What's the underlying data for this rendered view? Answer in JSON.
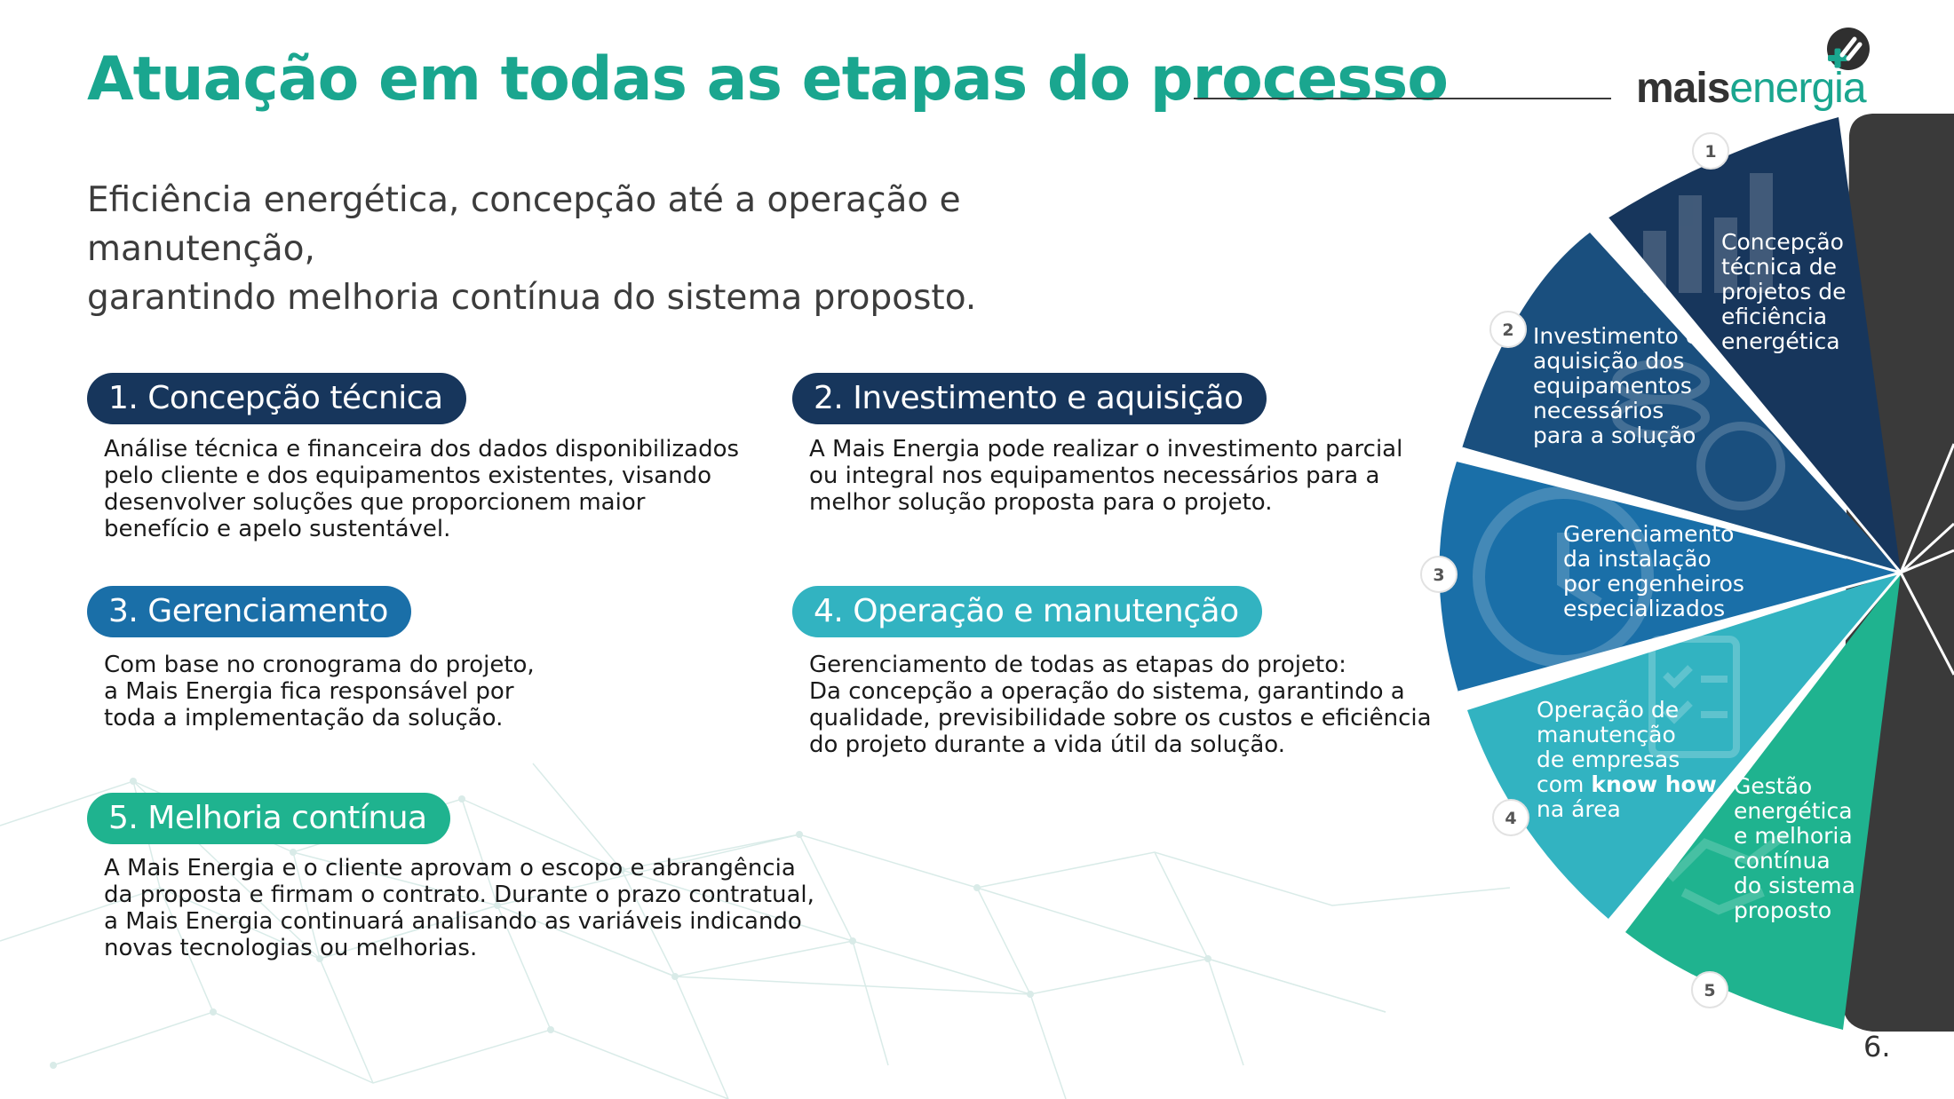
{
  "header": {
    "title": "Atuação em todas as etapas do processo",
    "logo_mais": "mais",
    "logo_energia": "energia"
  },
  "subtitle": [
    "Eficiência energética, concepção até a operação e manutenção,",
    "garantindo melhoria contínua do sistema proposto."
  ],
  "steps": [
    {
      "title": "1. Concepção técnica",
      "lines": [
        "Análise técnica e financeira dos dados disponibilizados",
        "pelo cliente e dos  equipamentos existentes, visando",
        "desenvolver soluções que proporcionem maior",
        "benefício e apelo sustentável."
      ]
    },
    {
      "title": "2. Investimento e aquisição",
      "lines": [
        "A Mais Energia pode realizar o investimento parcial",
        "ou integral nos equipamentos necessários para a",
        "melhor solução proposta para o projeto."
      ]
    },
    {
      "title": "3. Gerenciamento",
      "lines": [
        "Com base no cronograma do projeto,",
        "a Mais Energia fica responsável por",
        "toda a implementação da solução."
      ]
    },
    {
      "title": "4. Operação e manutenção",
      "lines": [
        "Gerenciamento de todas as etapas do projeto:",
        "Da concepção a operação do sistema, garantindo a",
        "qualidade, previsibilidade sobre os custos e eficiência",
        "do projeto durante a vida útil da solução."
      ]
    },
    {
      "title": "5. Melhoria contínua",
      "lines": [
        "A Mais Energia e o cliente aprovam o escopo e abrangência",
        "da proposta e firmam o contrato. Durante o prazo contratual,",
        "a Mais Energia continuará analisando as variáveis indicando",
        "novas tecnologias ou melhorias."
      ]
    }
  ],
  "wheel": {
    "segments": [
      {
        "number": "1",
        "color": "#17365c",
        "lines": [
          "Concepção",
          "técnica de",
          "projetos de",
          "eficiência",
          "energética"
        ]
      },
      {
        "number": "2",
        "color": "#1a4f7e",
        "lines": [
          "Investimento e",
          "aquisição dos",
          "equipamentos",
          "necessários",
          "para a solução"
        ]
      },
      {
        "number": "3",
        "color": "#1a6fa8",
        "lines": [
          "Gerenciamento",
          "da instalação",
          "por engenheiros",
          "especializados"
        ]
      },
      {
        "number": "4",
        "color": "#32b3c1",
        "lines": [
          "Operação de",
          "manutenção",
          "de empresas",
          "com ",
          "know how",
          "na área"
        ]
      },
      {
        "number": "5",
        "color": "#1fb38f",
        "lines": [
          "Gestão",
          "energética",
          "e melhoria",
          "contínua",
          "do sistema",
          "proposto"
        ]
      }
    ],
    "hub_color": "#3a3a3a"
  },
  "page_number": "6."
}
